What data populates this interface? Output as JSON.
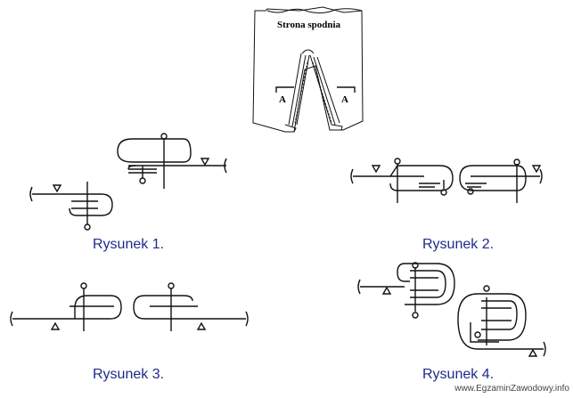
{
  "garment": {
    "top_label": "Strona spodnia",
    "left_marker": "A",
    "right_marker": "A"
  },
  "captions": {
    "fig1": "Rysunek 1.",
    "fig2": "Rysunek 2.",
    "fig3": "Rysunek 3.",
    "fig4": "Rysunek 4."
  },
  "footer": "www.EgzaminZawodowy.info",
  "colors": {
    "caption": "#1f2a8a",
    "lines": "#111111",
    "background": "#ffffff"
  }
}
